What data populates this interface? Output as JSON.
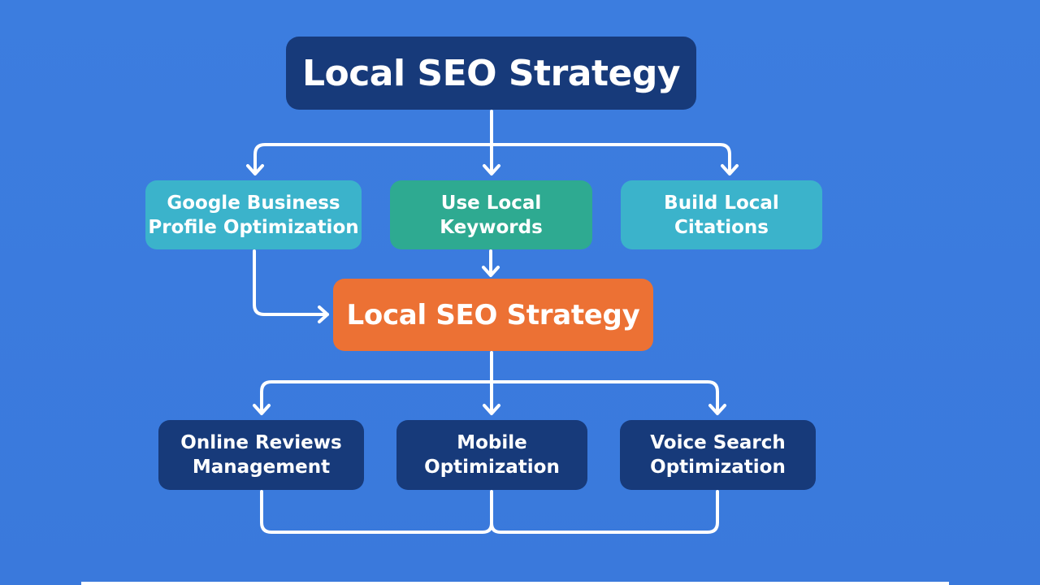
{
  "diagram": {
    "top_title": "Local SEO Strategy",
    "tier2": [
      "Google Business\nProfile Optimization",
      "Use Local\nKeywords",
      "Build Local\nCitations"
    ],
    "center_title": "Local SEO Strategy",
    "tier3": [
      "Online Reviews\nManagement",
      "Mobile\nOptimization",
      "Voice Search\nOptimization"
    ]
  },
  "colors": {
    "background": "#3a7bde",
    "navy_box": "#173a7a",
    "teal_box": "#3bb3cb",
    "green_box": "#2eaa91",
    "orange_box": "#ec7134",
    "connector": "#ffffff"
  }
}
